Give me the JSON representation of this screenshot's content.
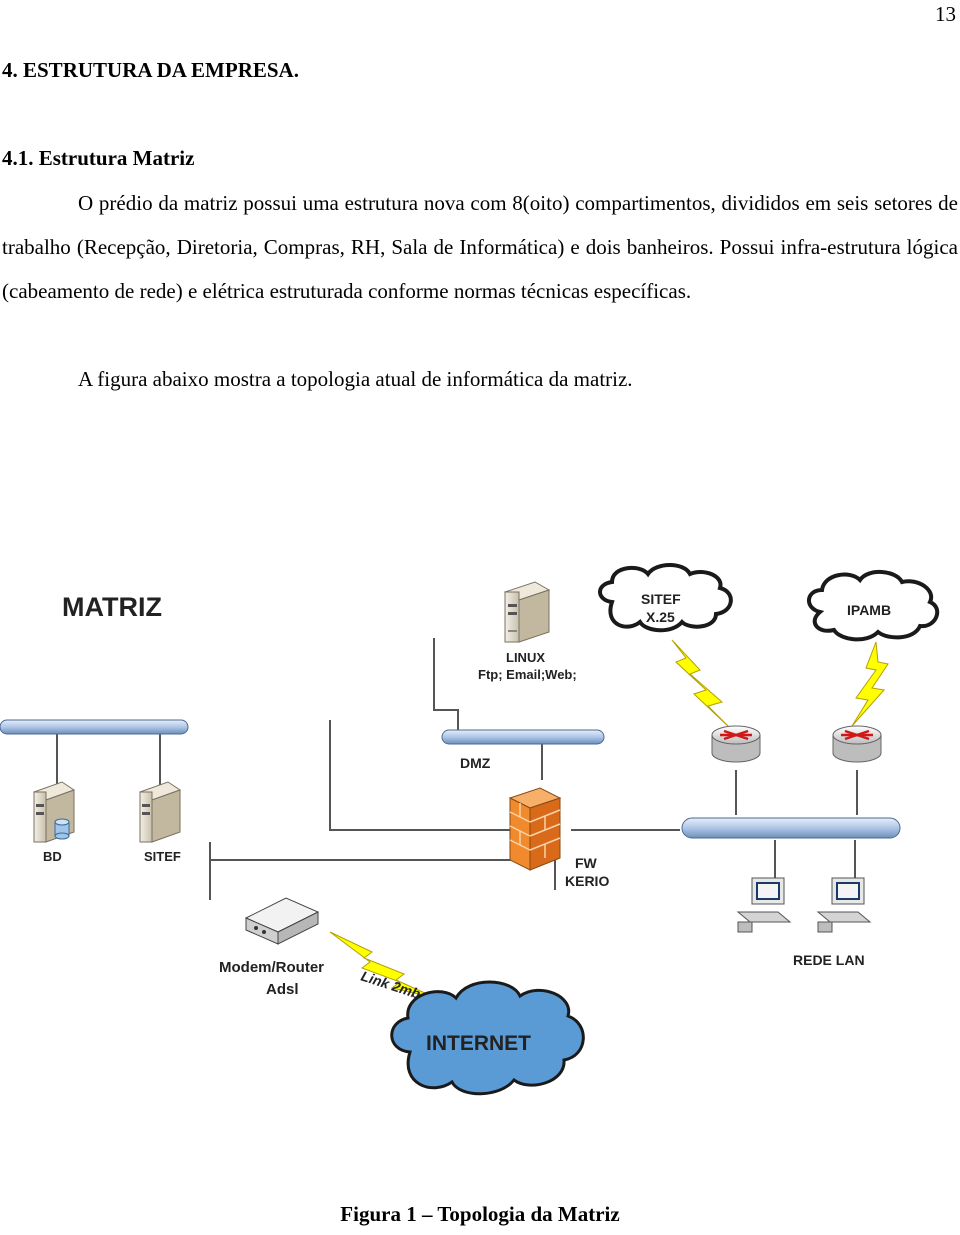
{
  "page": {
    "number": "13",
    "section_heading": "4. ESTRUTURA DA EMPRESA.",
    "subsection_heading": "4.1. Estrutura Matriz",
    "paragraphs": [
      "O prédio da matriz possui uma estrutura nova com 8(oito) compartimentos, divididos em seis setores de trabalho (Recepção, Diretoria, Compras, RH, Sala de Informática) e dois banheiros. Possui infra-estrutura lógica (cabeamento de rede) e elétrica estruturada conforme normas técnicas específicas.",
      "A figura abaixo mostra a topologia atual de informática da matriz."
    ],
    "caption": "Figura 1 – Topologia da Matriz"
  },
  "diagram": {
    "title": "MATRIZ",
    "linux_label": "LINUX",
    "linux_services": "Ftp; Email;Web;",
    "dmz_label": "DMZ",
    "bd_label": "BD",
    "sitef_server_label": "SITEF",
    "sitef_cloud_line1": "SITEF",
    "sitef_cloud_line2": "X.25",
    "ipamb_label": "IPAMB",
    "firewall_line1": "FW",
    "firewall_line2": "KERIO",
    "lan_label": "REDE LAN",
    "modem_line1": "Modem/Router",
    "modem_line2": "Adsl",
    "link_label": "Link 2mb",
    "internet_label": "INTERNET",
    "colors": {
      "bus": "#aec6e8",
      "cloud_internet": "#5b9bd5",
      "bolt": "#ffff00",
      "firewall": "#f08a2c",
      "server": "#d9d2c2",
      "router": "#e8e8e8"
    },
    "icons": [
      "server-icon",
      "database-icon",
      "cloud-icon",
      "lightning-icon",
      "router-icon",
      "firewall-icon",
      "workstation-icon",
      "modem-icon"
    ]
  }
}
